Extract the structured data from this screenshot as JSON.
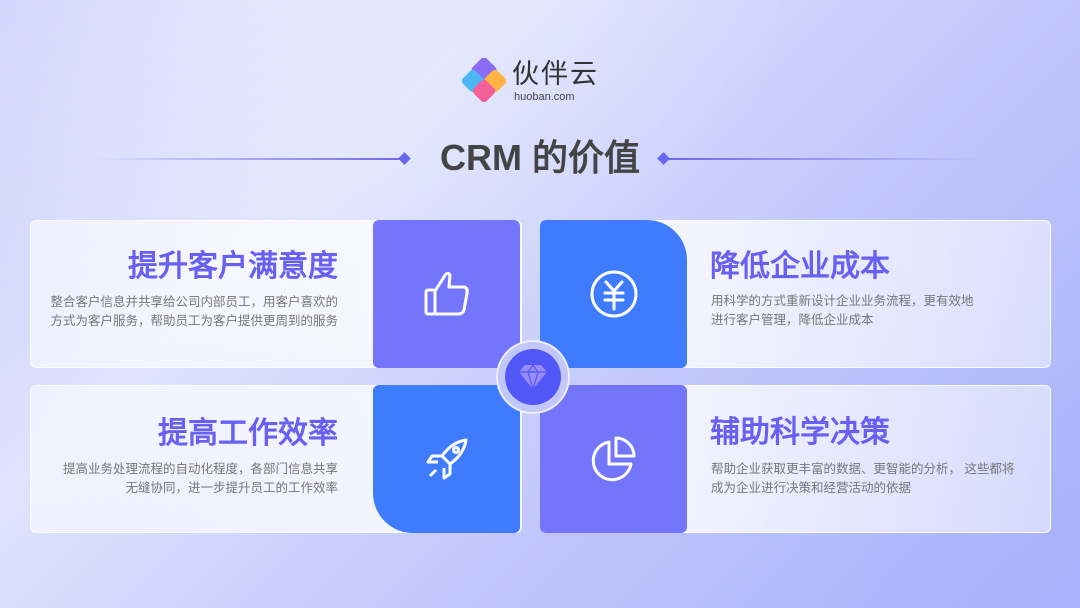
{
  "brand": {
    "name": "伙伴云",
    "domain": "huoban.com"
  },
  "title": "CRM 的价值",
  "cards": [
    {
      "heading": "提升客户满意度",
      "lines": [
        "整合客户信息并共享给公司内部员工，用客户喜欢的",
        "方式为客户服务，帮助员工为客户提供更周到的服务"
      ],
      "icon": "thumbs-up-icon"
    },
    {
      "heading": "降低企业成本",
      "lines": [
        "用科学的方式重新设计企业业务流程，更有效地",
        "进行客户管理，降低企业成本"
      ],
      "icon": "yen-coin-icon"
    },
    {
      "heading": "提高工作效率",
      "lines": [
        "提高业务处理流程的自动化程度，各部门信息共享",
        "无缝协同，进一步提升员工的工作效率"
      ],
      "icon": "rocket-icon"
    },
    {
      "heading": "辅助科学决策",
      "lines": [
        "帮助企业获取更丰富的数据、更智能的分析， 这些都将",
        "成为企业进行决策和经营活动的依据"
      ],
      "icon": "pie-chart-icon"
    }
  ],
  "center_icon": "diamond-icon",
  "colors": {
    "purple": "#7375fb",
    "blue": "#3f7cfd",
    "heading": "#6860f2"
  }
}
